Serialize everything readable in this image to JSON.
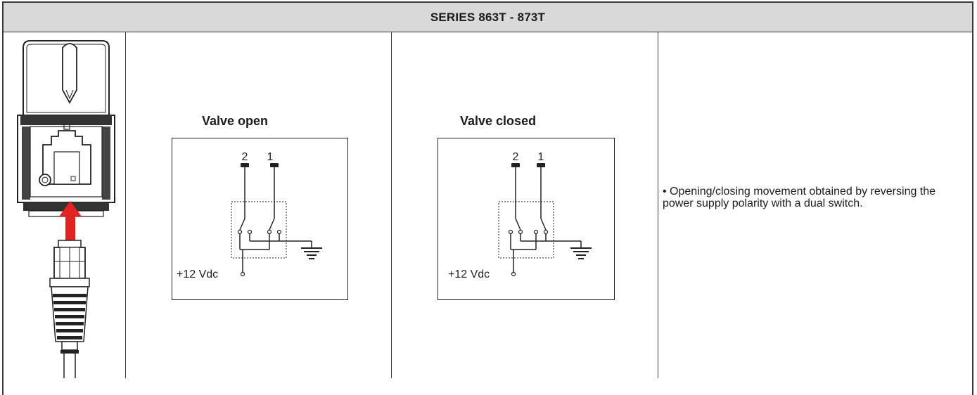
{
  "table": {
    "header": "SERIES 863T - 873T",
    "columns": [
      {
        "title": ""
      },
      {
        "title": "Valve open",
        "pins": [
          "2",
          "1"
        ],
        "supply_label": "+12 Vdc"
      },
      {
        "title": "Valve closed",
        "pins": [
          "2",
          "1"
        ],
        "supply_label": "+12 Vdc"
      },
      {
        "title": ""
      }
    ],
    "note": "• Opening/closing movement obtained by reversing the power supply polarity with a dual switch."
  },
  "colors": {
    "header_bg": "#d9d9d9",
    "arrow": "#e3231f",
    "line": "#222222"
  },
  "icons": {
    "actuator": "valve-actuator-connector-illustration",
    "ground": "ground-symbol-icon",
    "terminal": "terminal-pin-icon"
  }
}
